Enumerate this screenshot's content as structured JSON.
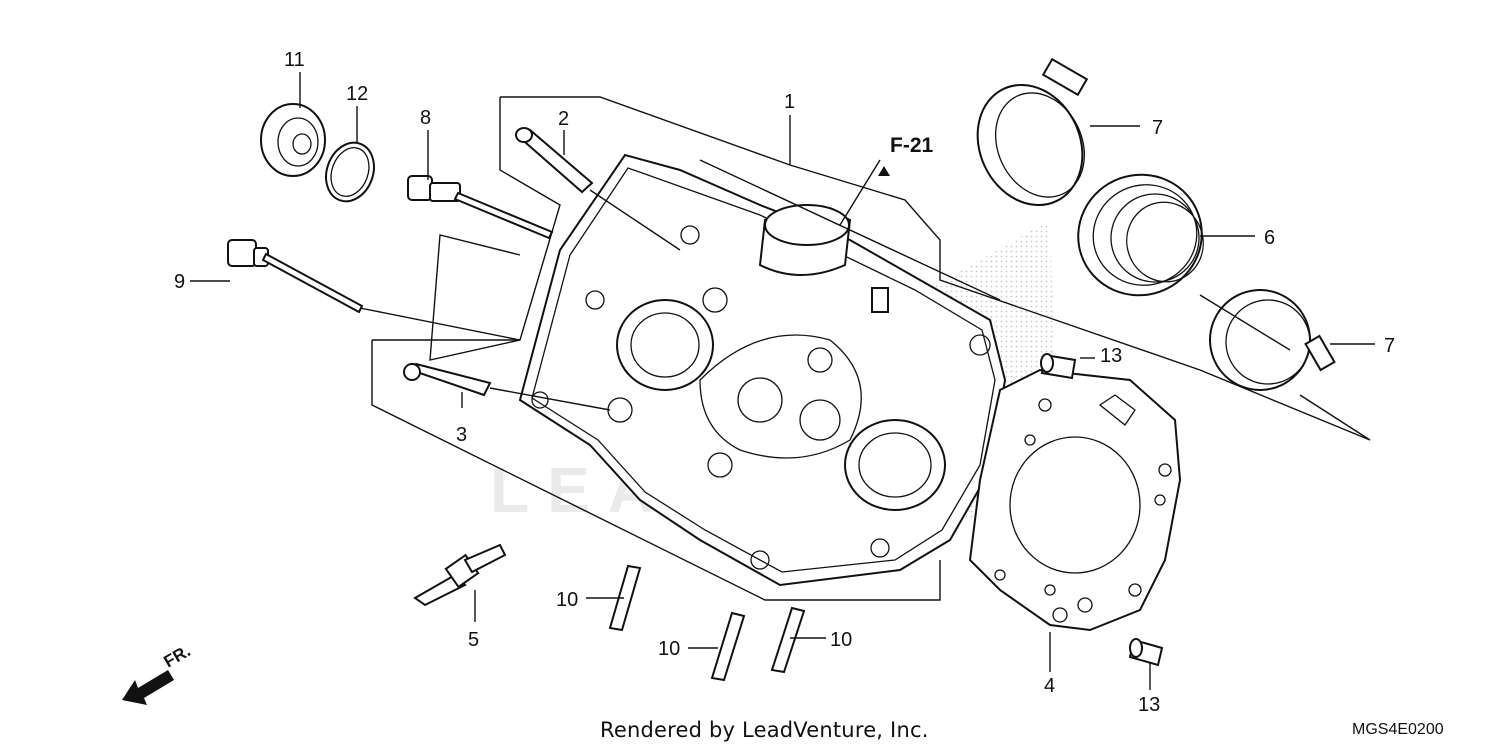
{
  "reference": "F-21",
  "front_marker": "FR.",
  "watermark": "LEADVENTURE",
  "callouts": [
    {
      "id": "1"
    },
    {
      "id": "2"
    },
    {
      "id": "3"
    },
    {
      "id": "4"
    },
    {
      "id": "5"
    },
    {
      "id": "6"
    },
    {
      "id": "7"
    },
    {
      "id": "7"
    },
    {
      "id": "8"
    },
    {
      "id": "9"
    },
    {
      "id": "10"
    },
    {
      "id": "10"
    },
    {
      "id": "10"
    },
    {
      "id": "11"
    },
    {
      "id": "12"
    },
    {
      "id": "13"
    },
    {
      "id": "13"
    }
  ],
  "footer": {
    "credit": "Rendered by LeadVenture, Inc.",
    "diagram_code": "MGS4E0200"
  }
}
